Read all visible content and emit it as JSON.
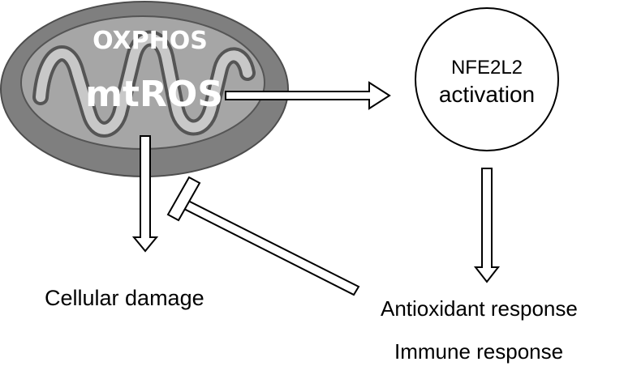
{
  "diagram": {
    "mitochondrion": {
      "label_oxphos": "OXPHOS",
      "label_mtros": "mtROS"
    },
    "node_nfe2l2": {
      "line1": "NFE2L2",
      "line2": "activation"
    },
    "outcomes": {
      "cellular_damage": "Cellular damage",
      "antioxidant_response": "Antioxidant response",
      "immune_response": "Immune response"
    }
  },
  "colors": {
    "mito_outer": "#7f7f7f",
    "mito_inner": "#a6a6a6",
    "cristae": "#c8c8c8",
    "label_on_mito": "#ffffff",
    "stroke": "#000000"
  }
}
